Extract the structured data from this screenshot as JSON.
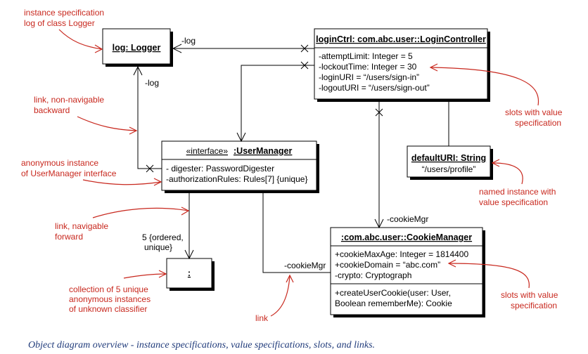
{
  "caption": "Object diagram overview - instance specifications, value specifications, slots, and links.",
  "boxes": {
    "logger": {
      "title": "log: Logger"
    },
    "login": {
      "title": "loginCtrl: com.abc.user::LoginController",
      "slots": [
        "-attemptLimit: Integer = 5",
        "-lockoutTime: Integer = 30",
        "-loginURI = “/users/sign-in”",
        "-logoutURI = “/users/sign-out”"
      ]
    },
    "usermgr": {
      "stereotype": "«interface»",
      "title": ":UserManager",
      "slots": [
        "- digester: PasswordDigester",
        "-authorizationRules: Rules[7] {unique}"
      ]
    },
    "defaulturi": {
      "title": "defaultURI: String",
      "value": "“/users/profile”"
    },
    "cookie": {
      "title": ":com.abc.user::CookieManager",
      "slots": [
        "+cookieMaxAge: Integer = 1814400",
        "+cookieDomain = “abc.com”",
        "-crypto: Cryptograph"
      ],
      "ops": [
        "+createUserCookie(user: User,",
        "Boolean rememberMe): Cookie"
      ]
    },
    "anon": {
      "title": ":"
    }
  },
  "labels": {
    "log_top": "-log",
    "log_left": "-log",
    "cookie_mgr_login": "-cookieMgr",
    "cookie_mgr_user": "-cookieMgr",
    "mult_line1": "5 {ordered,",
    "mult_line2": "unique}"
  },
  "annotations": {
    "instance_spec": [
      "instance specification",
      "log of class Logger"
    ],
    "link_nonnav": [
      "link, non-navigable",
      "backward"
    ],
    "anon_instance": [
      "anonymous instance",
      "of UserManager interface"
    ],
    "link_nav": [
      "link, navigable",
      "forward"
    ],
    "collection": [
      "collection of 5 unique",
      "anonymous instances",
      "of unknown classifier"
    ],
    "link": [
      "link"
    ],
    "slots_top": [
      "slots with value",
      "specification"
    ],
    "named_instance": [
      "named instance with",
      "value specification"
    ],
    "slots_bottom": [
      "slots with value",
      "specification"
    ]
  },
  "colors": {
    "annotation": "#c8281e",
    "caption": "#1f3a7a"
  }
}
